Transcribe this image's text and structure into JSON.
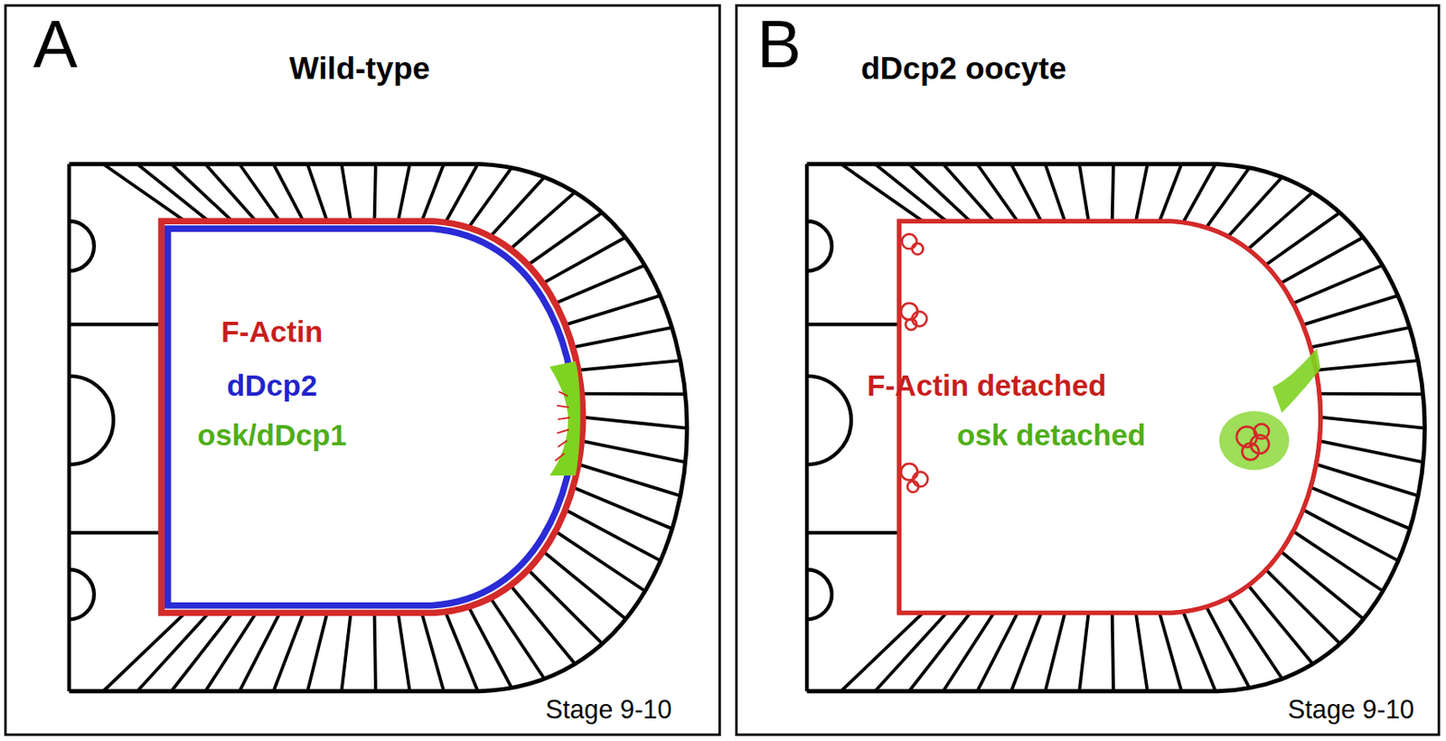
{
  "diagram": {
    "nodes": [
      {
        "text": [
          "A",
          "Wild-type",
          "Stage 9-10"
        ]
      },
      {
        "text": [
          "F-Actin",
          "dDcp2",
          "osk/dDcp1"
        ],
        "in": 0
      },
      {
        "text": [
          "B",
          "dDcp2 oocyte",
          "Stage 9-10"
        ]
      },
      {
        "text": [
          "F-Actin detached",
          "osk detached"
        ],
        "in": 2
      }
    ]
  }
}
